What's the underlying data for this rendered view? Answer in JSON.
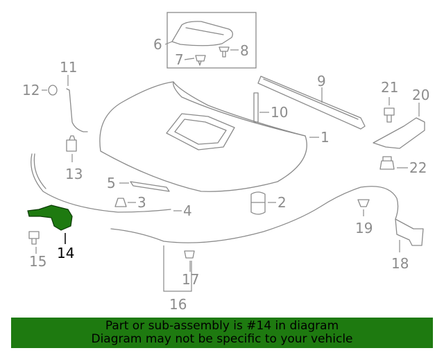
{
  "callouts": {
    "c1": "1",
    "c2": "2",
    "c3": "3",
    "c4": "4",
    "c5": "5",
    "c6": "6",
    "c7": "7",
    "c8": "8",
    "c9": "9",
    "c10": "10",
    "c11": "11",
    "c12": "12",
    "c13": "13",
    "c14": "14",
    "c15": "15",
    "c16": "16",
    "c17": "17",
    "c18": "18",
    "c19": "19",
    "c20": "20",
    "c21": "21",
    "c22": "22"
  },
  "highlight": {
    "part": "14",
    "color": "#1e7a10"
  },
  "banner": {
    "line1": "Part or sub-assembly is #14 in diagram",
    "line2": "Diagram may not be specific to your vehicle",
    "color": "#1e7a10"
  }
}
